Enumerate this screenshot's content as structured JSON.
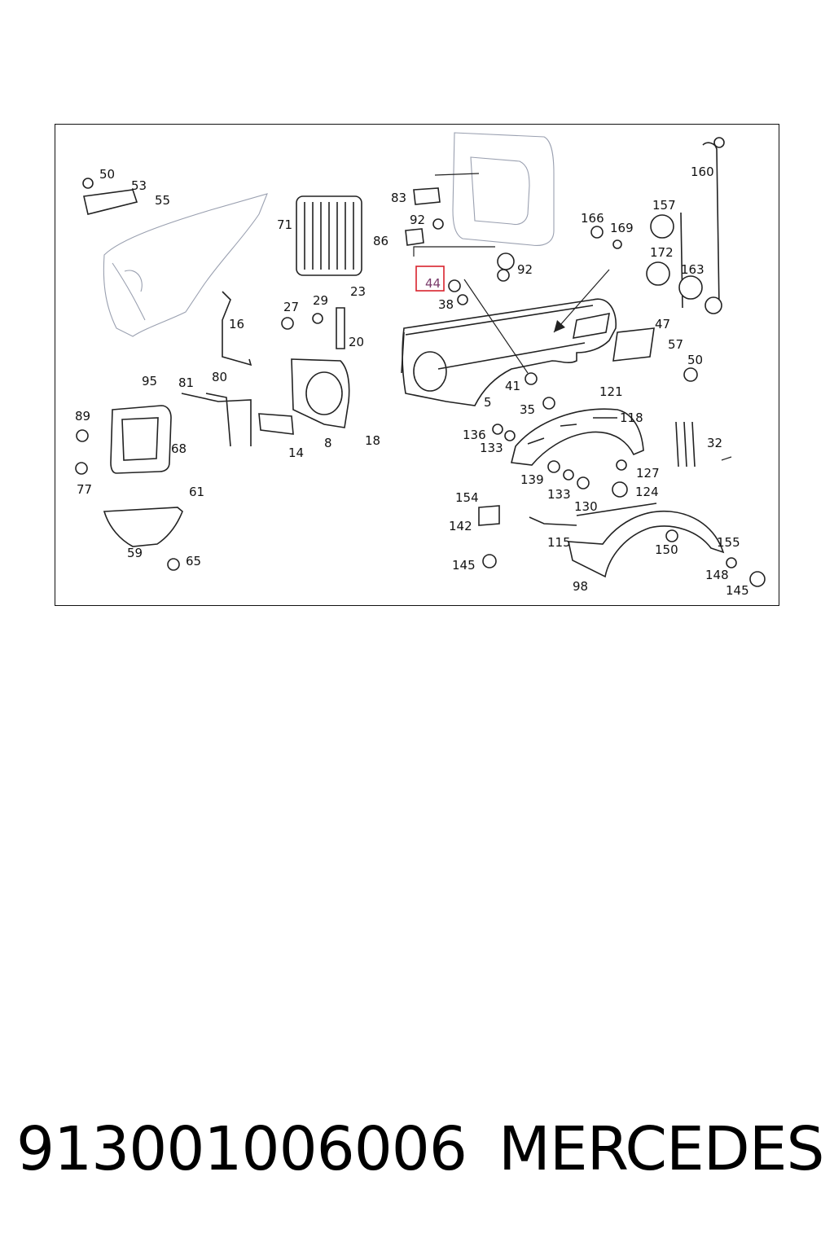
{
  "diagram": {
    "highlighted_label": "44",
    "labels": [
      "50",
      "53",
      "55",
      "71",
      "83",
      "92",
      "86",
      "92",
      "160",
      "157",
      "166",
      "169",
      "172",
      "163",
      "16",
      "27",
      "29",
      "23",
      "20",
      "44",
      "38",
      "47",
      "57",
      "50",
      "95",
      "81",
      "80",
      "89",
      "68",
      "77",
      "61",
      "59",
      "65",
      "14",
      "8",
      "18",
      "41",
      "35",
      "5",
      "121",
      "118",
      "136",
      "133",
      "139",
      "133",
      "130",
      "127",
      "124",
      "32",
      "154",
      "142",
      "145",
      "115",
      "98",
      "150",
      "155",
      "148",
      "145"
    ],
    "colors": {
      "line": "#222222",
      "ghost": "#9aa0b0",
      "highlight_box": "#d9232d",
      "highlight_text": "#7a3a6a"
    }
  },
  "footer": {
    "part_number": "913001006006",
    "brand": "MERCEDES"
  }
}
